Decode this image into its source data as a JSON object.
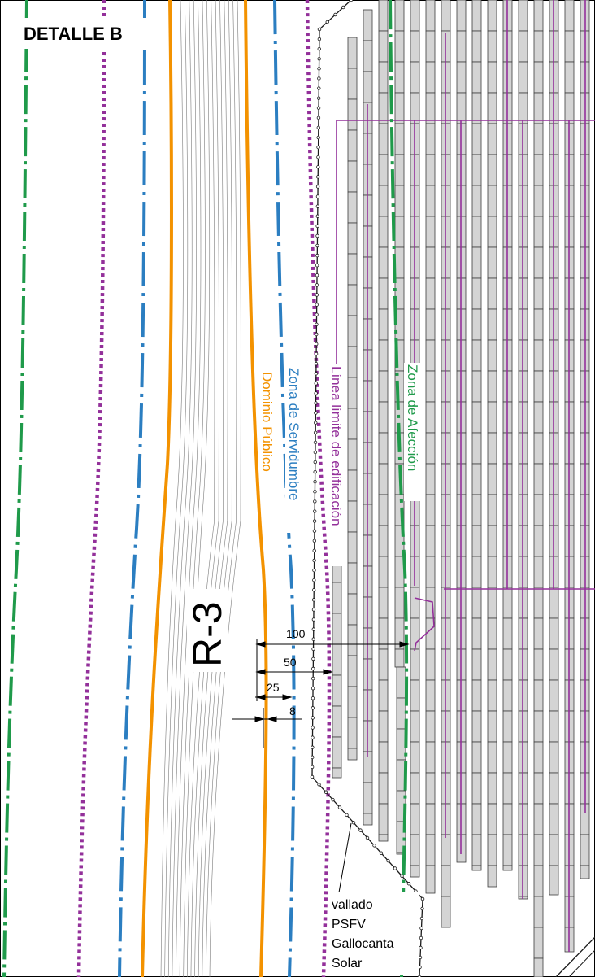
{
  "title": "DETALLE B",
  "road_label": "R-3",
  "zones": {
    "dominio": "Dominio Público",
    "servidumbre": "Zona de Servidumbre",
    "edificacion": "Línea límite de edificación",
    "afeccion": "Zona de Afección"
  },
  "dimensions": [
    "100",
    "50",
    "25",
    "8"
  ],
  "fence_label": [
    "vallado",
    "PSFV",
    "Gallocanta",
    "Solar"
  ],
  "colors": {
    "dominio": "#f39200",
    "servidumbre": "#2b7ec1",
    "edificacion": "#93309a",
    "afeccion": "#1f9a4a",
    "panel_fill": "#d4d4d4",
    "panel_stroke": "#3c3c3c",
    "fence": "#1a1a1a",
    "road_lines": "#7a7a7a"
  }
}
